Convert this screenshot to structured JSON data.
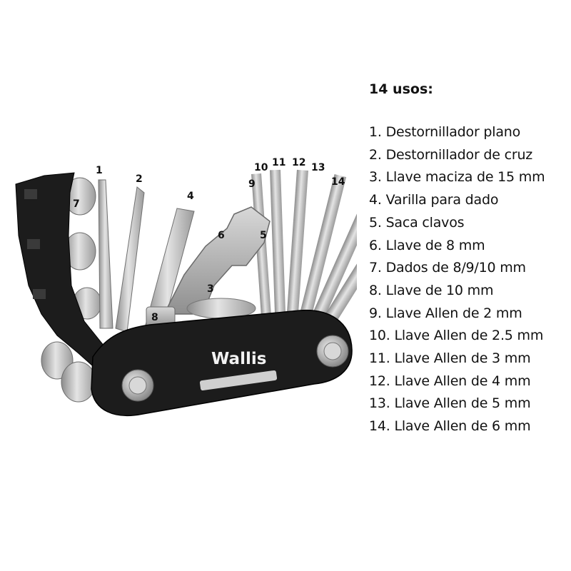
{
  "product": {
    "brand": "Wallis",
    "callouts": [
      "1",
      "2",
      "3",
      "4",
      "5",
      "6",
      "7",
      "8",
      "9",
      "10",
      "11",
      "12",
      "13",
      "14"
    ]
  },
  "uses": {
    "title": "14 usos:",
    "items": [
      "1. Destornillador plano",
      "2. Destornillador de cruz",
      "3. Llave maciza de 15 mm",
      "4. Varilla para dado",
      "5. Saca clavos",
      "6. Llave de 8 mm",
      "7. Dados de 8/9/10 mm",
      "8. Llave de 10 mm",
      "9. Llave Allen de 2 mm",
      "10. Llave Allen de 2.5 mm",
      "11. Llave Allen de 3 mm",
      "12. Llave Allen de 4 mm",
      "13. Llave Allen de 5 mm",
      "14. Llave Allen de 6 mm"
    ]
  },
  "colors": {
    "body": "#1c1c1c",
    "steel": "#b9b9b9",
    "text": "#111111",
    "background": "#ffffff"
  }
}
